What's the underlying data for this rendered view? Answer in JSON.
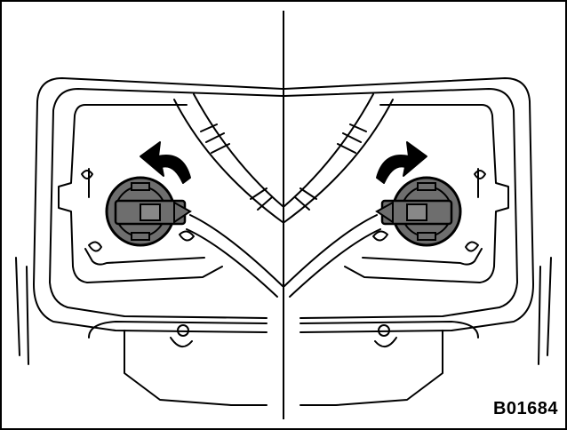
{
  "figure": {
    "code": "B01684",
    "colors": {
      "line": "#000000",
      "socket_fill": "#6e6e6e",
      "background": "#ffffff"
    },
    "panels": [
      {
        "side": "left",
        "rotation_arrow": "counterclockwise-arrow-icon"
      },
      {
        "side": "right",
        "rotation_arrow": "clockwise-arrow-icon"
      }
    ]
  }
}
